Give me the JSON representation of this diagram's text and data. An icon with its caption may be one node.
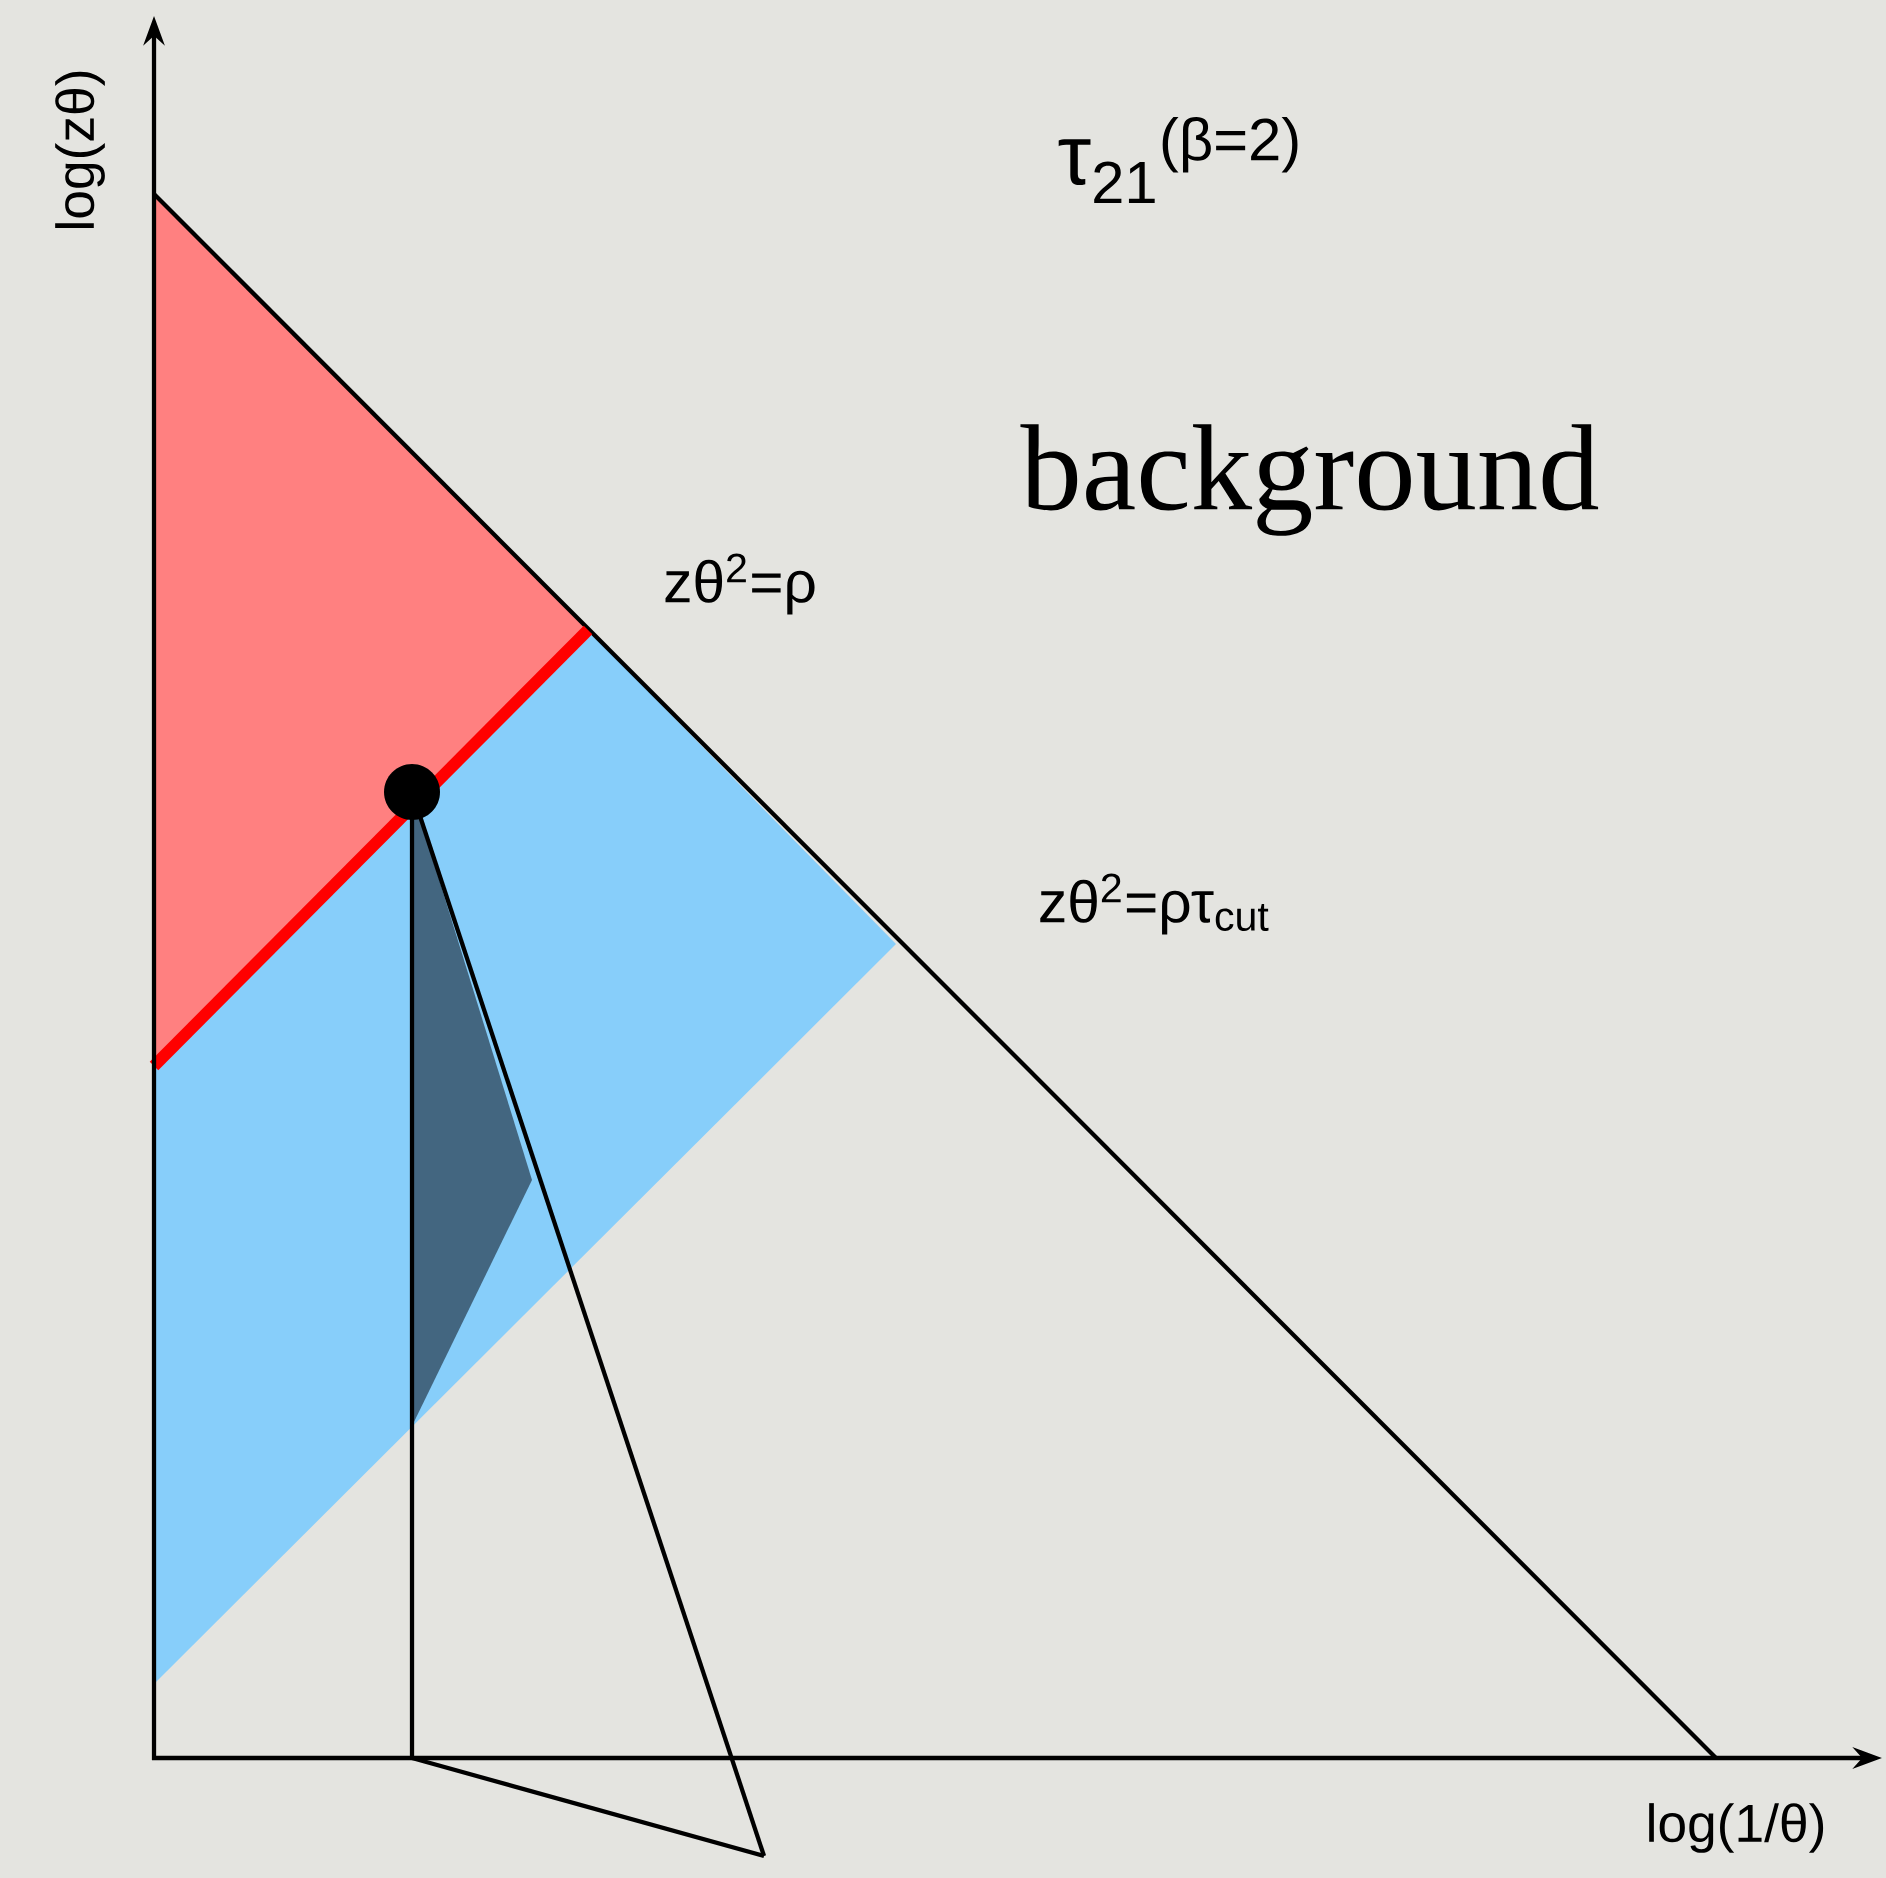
{
  "diagram": {
    "labels": [
      "log(zθ)",
      "τ$_{21}$$^{(β=2)}$",
      "background",
      "zθ$^{2}$=ρ",
      "zθ$^{2}$=ρτ$_{cut}$",
      "log(1/θ)"
    ]
  }
}
